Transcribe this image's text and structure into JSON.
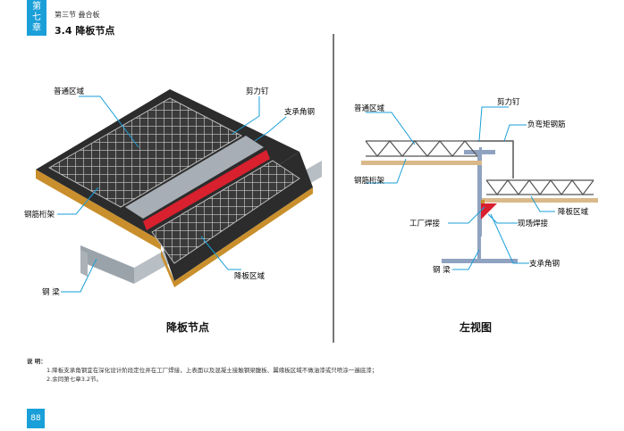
{
  "chapter_tab": [
    "第",
    "七",
    "章"
  ],
  "section": "第三节  叠合板",
  "heading": "3.4  降板节点",
  "left_figure": {
    "title": "降板节点",
    "labels": {
      "common_zone": "普通区域",
      "shear_stud": "剪力钉",
      "support_angle": "支承角钢",
      "truss": "钢筋桁架",
      "lowered_zone": "降板区域",
      "beam": "钢  梁"
    }
  },
  "right_figure": {
    "title": "左视图",
    "labels": {
      "common_zone": "普通区域",
      "shear_stud": "剪力钉",
      "neg_moment_rebar": "负弯矩钢筋",
      "truss": "钢筋桁架",
      "factory_weld": "工厂焊接",
      "site_weld": "现场焊接",
      "lowered_zone": "降板区域",
      "beam": "钢  梁",
      "support_angle": "支承角钢"
    }
  },
  "notes": {
    "label": "说  明：",
    "items": [
      "1.降板支承角钢宜在深化设计阶段定位并在工厂焊接，上表面以及混凝土接触钢梁腹板、翼缘板区域不做油漆或只喷涂一遍底漆；",
      "2.余同第七章3.2节。"
    ]
  },
  "page_number": "88",
  "colors": {
    "accent": "#1a9fd9",
    "weld": "#d8202e",
    "slab": "#d9b98a"
  }
}
